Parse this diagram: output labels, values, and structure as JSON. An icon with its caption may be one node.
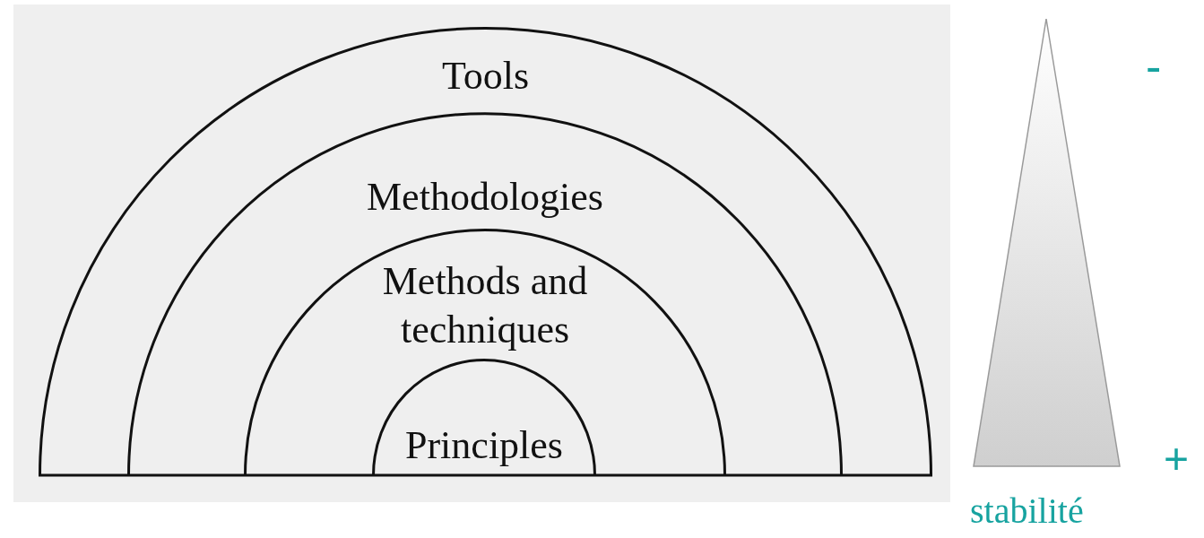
{
  "diagram": {
    "nodes": [
      {
        "text": [
          "Tools"
        ]
      },
      {
        "text": [
          "Methodologies"
        ],
        "in": 0
      },
      {
        "text": [
          "Methods and techniques"
        ],
        "in": 1
      },
      {
        "text": [
          "Principles"
        ],
        "in": 2
      },
      {
        "text": [],
        "shape": "triangle"
      }
    ],
    "labels": [
      "-",
      "+",
      "stabilité"
    ]
  }
}
